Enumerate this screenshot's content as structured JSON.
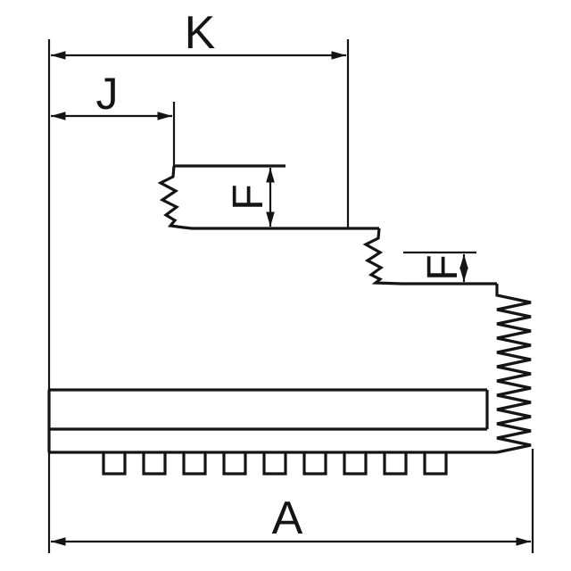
{
  "diagram": {
    "background": "#ffffff",
    "stroke_color": "#141414",
    "labels": {
      "k": "K",
      "j": "J",
      "f_upper": "F",
      "f_lower": "F",
      "a": "A"
    }
  }
}
